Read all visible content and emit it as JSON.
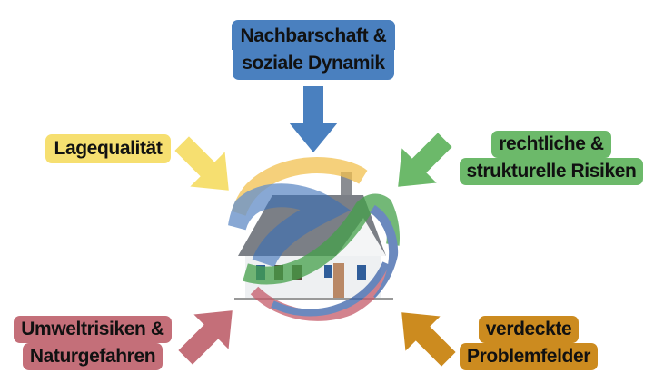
{
  "center": {
    "icon": "house-globe-icon"
  },
  "factors": [
    {
      "id": "nachbarschaft",
      "lines": [
        "Nachbarschaft &",
        "soziale Dynamik"
      ],
      "color": "#4a80bf"
    },
    {
      "id": "lage",
      "lines": [
        "Lagequalität"
      ],
      "color": "#f6df70"
    },
    {
      "id": "rechtlich",
      "lines": [
        "rechtliche &",
        "strukturelle Risiken"
      ],
      "color": "#6cb96a"
    },
    {
      "id": "umwelt",
      "lines": [
        "Umweltrisiken &",
        "Naturgefahren"
      ],
      "color": "#c46f79"
    },
    {
      "id": "verdeckt",
      "lines": [
        "verdeckte",
        "Problemfelder"
      ],
      "color": "#cc8b1f"
    }
  ]
}
